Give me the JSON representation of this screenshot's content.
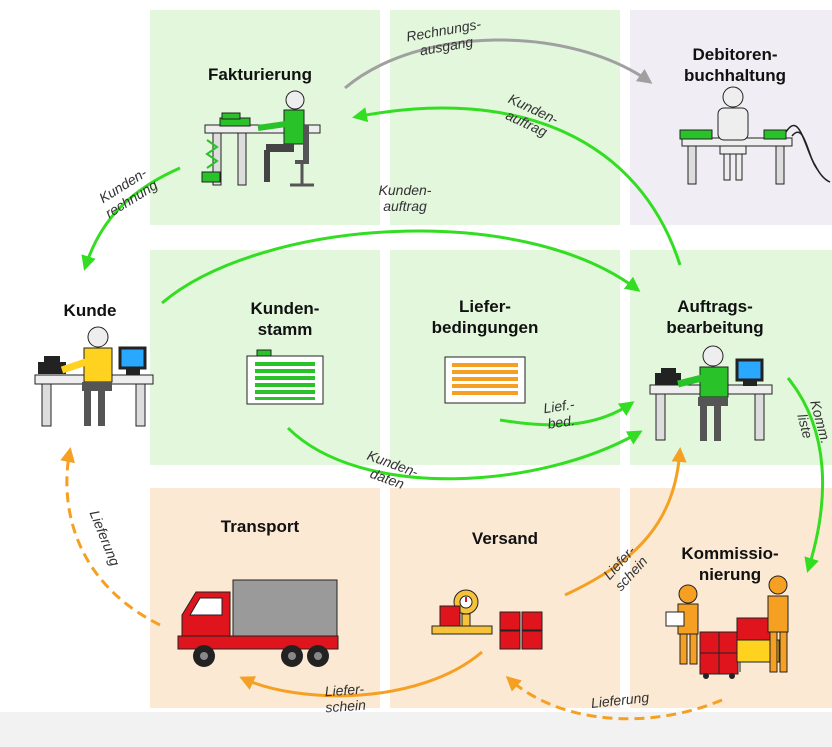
{
  "nodes": {
    "fakturierung": "Fakturierung",
    "debitoren_1": "Debitoren-",
    "debitoren_2": "buchhaltung",
    "kunde": "Kunde",
    "kundenstamm_1": "Kunden-",
    "kundenstamm_2": "stamm",
    "liefer_1": "Liefer-",
    "liefer_2": "bedingungen",
    "auftrag_1": "Auftrags-",
    "auftrag_2": "bearbeitung",
    "transport": "Transport",
    "versand": "Versand",
    "kommission_1": "Kommissio-",
    "kommission_2": "nierung"
  },
  "flows": {
    "rechnungsausgang_1": "Rechnungs-",
    "rechnungsausgang_2": "ausgang",
    "kundenauftrag_top_1": "Kunden-",
    "kundenauftrag_top_2": "auftrag",
    "kundenrechnung_1": "Kunden-",
    "kundenrechnung_2": "rechnung",
    "kundenauftrag_mid_1": "Kunden-",
    "kundenauftrag_mid_2": "auftrag",
    "kommliste_1": "Komm.",
    "kommliste_2": "liste",
    "liefbed_1": "Lief.-",
    "liefbed_2": "bed.",
    "kundendaten_1": "Kunden-",
    "kundendaten_2": "daten",
    "lieferschein_right_1": "Liefer-",
    "lieferschein_right_2": "schein",
    "lieferung_left": "Lieferung",
    "lieferschein_bottom_1": "Liefer-",
    "lieferschein_bottom_2": "schein",
    "lieferung_bottom": "Lieferung"
  },
  "colors": {
    "green_zone": "#e2f7dc",
    "lilac_zone": "#f0eef4",
    "peach_zone": "#fbe9d4",
    "green_arrow": "#33dd22",
    "orange_arrow": "#f5a023",
    "gray_arrow": "#a0a0a0"
  }
}
